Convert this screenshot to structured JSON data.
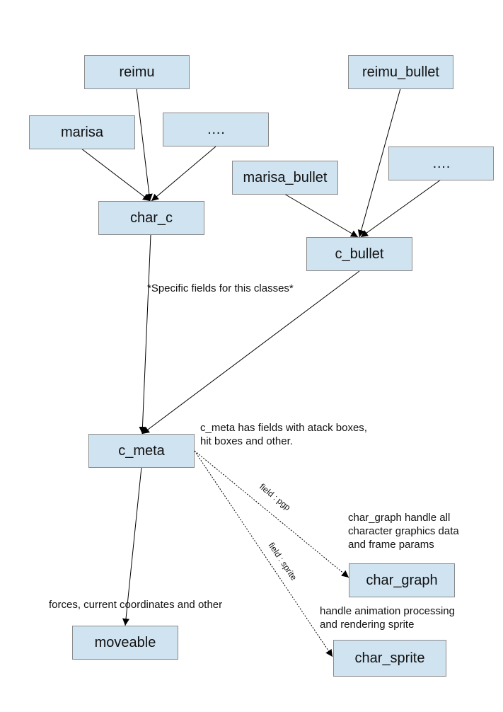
{
  "nodes": {
    "reimu": "reimu",
    "marisa": "marisa",
    "char_dots": "….",
    "char_c": "char_c",
    "reimu_bullet": "reimu_bullet",
    "marisa_bullet": "marisa_bullet",
    "bullet_dots": "….",
    "c_bullet": "c_bullet",
    "c_meta": "c_meta",
    "moveable": "moveable",
    "char_graph": "char_graph",
    "char_sprite": "char_sprite"
  },
  "notes": {
    "specific_fields": "*Specific fields for this classes*",
    "c_meta_desc": "c_meta has fields with atack boxes,\nhit boxes and other.",
    "char_graph_desc": "char_graph handle all\ncharacter graphics data\nand frame params",
    "moveable_desc": "forces, current coordinates and other",
    "char_sprite_desc": "handle animation processing\nand rendering sprite"
  },
  "edge_labels": {
    "pgp": "field : pgp",
    "sprite": "field : sprite"
  },
  "colors": {
    "node_fill": "#cfe3f1",
    "node_border": "#8a8a8a",
    "line": "#000000"
  }
}
